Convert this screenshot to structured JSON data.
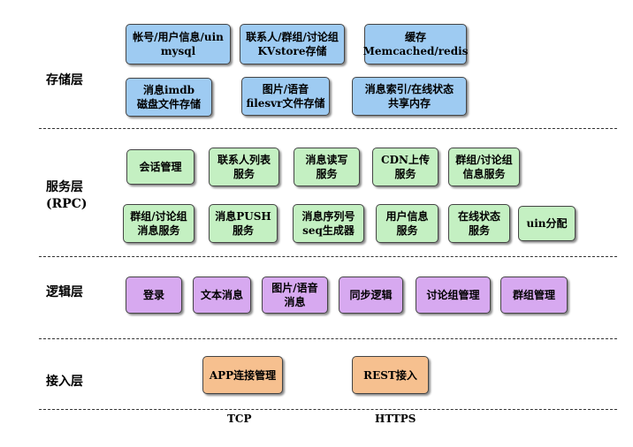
{
  "colors": {
    "storage": "#9ecbf2",
    "service": "#c4f0c2",
    "logic": "#d7a9f0",
    "access": "#f6c08f"
  },
  "layers": {
    "storage": {
      "label": "存储层",
      "boxes": [
        "帐号/用户信息/uin\nmysql",
        "联系人/群组/讨论组\nKVstore存储",
        "缓存\nMemcached/redis",
        "消息imdb\n磁盘文件存储",
        "图片/语音\nfilesvr文件存储",
        "消息索引/在线状态\n共享内存"
      ]
    },
    "service": {
      "label": "服务层\n(RPC)",
      "boxes": [
        "会话管理",
        "联系人列表\n服务",
        "消息读写\n服务",
        "CDN上传\n服务",
        "群组/讨论组\n信息服务",
        "群组/讨论组\n消息服务",
        "消息PUSH\n服务",
        "消息序列号\nseq生成器",
        "用户信息\n服务",
        "在线状态\n服务",
        "uin分配"
      ]
    },
    "logic": {
      "label": "逻辑层",
      "boxes": [
        "登录",
        "文本消息",
        "图片/语音\n消息",
        "同步逻辑",
        "讨论组管理",
        "群组管理"
      ]
    },
    "access": {
      "label": "接入层",
      "boxes": [
        "APP连接管理",
        "REST接入"
      ]
    }
  },
  "protocols": [
    "TCP",
    "HTTPS"
  ]
}
